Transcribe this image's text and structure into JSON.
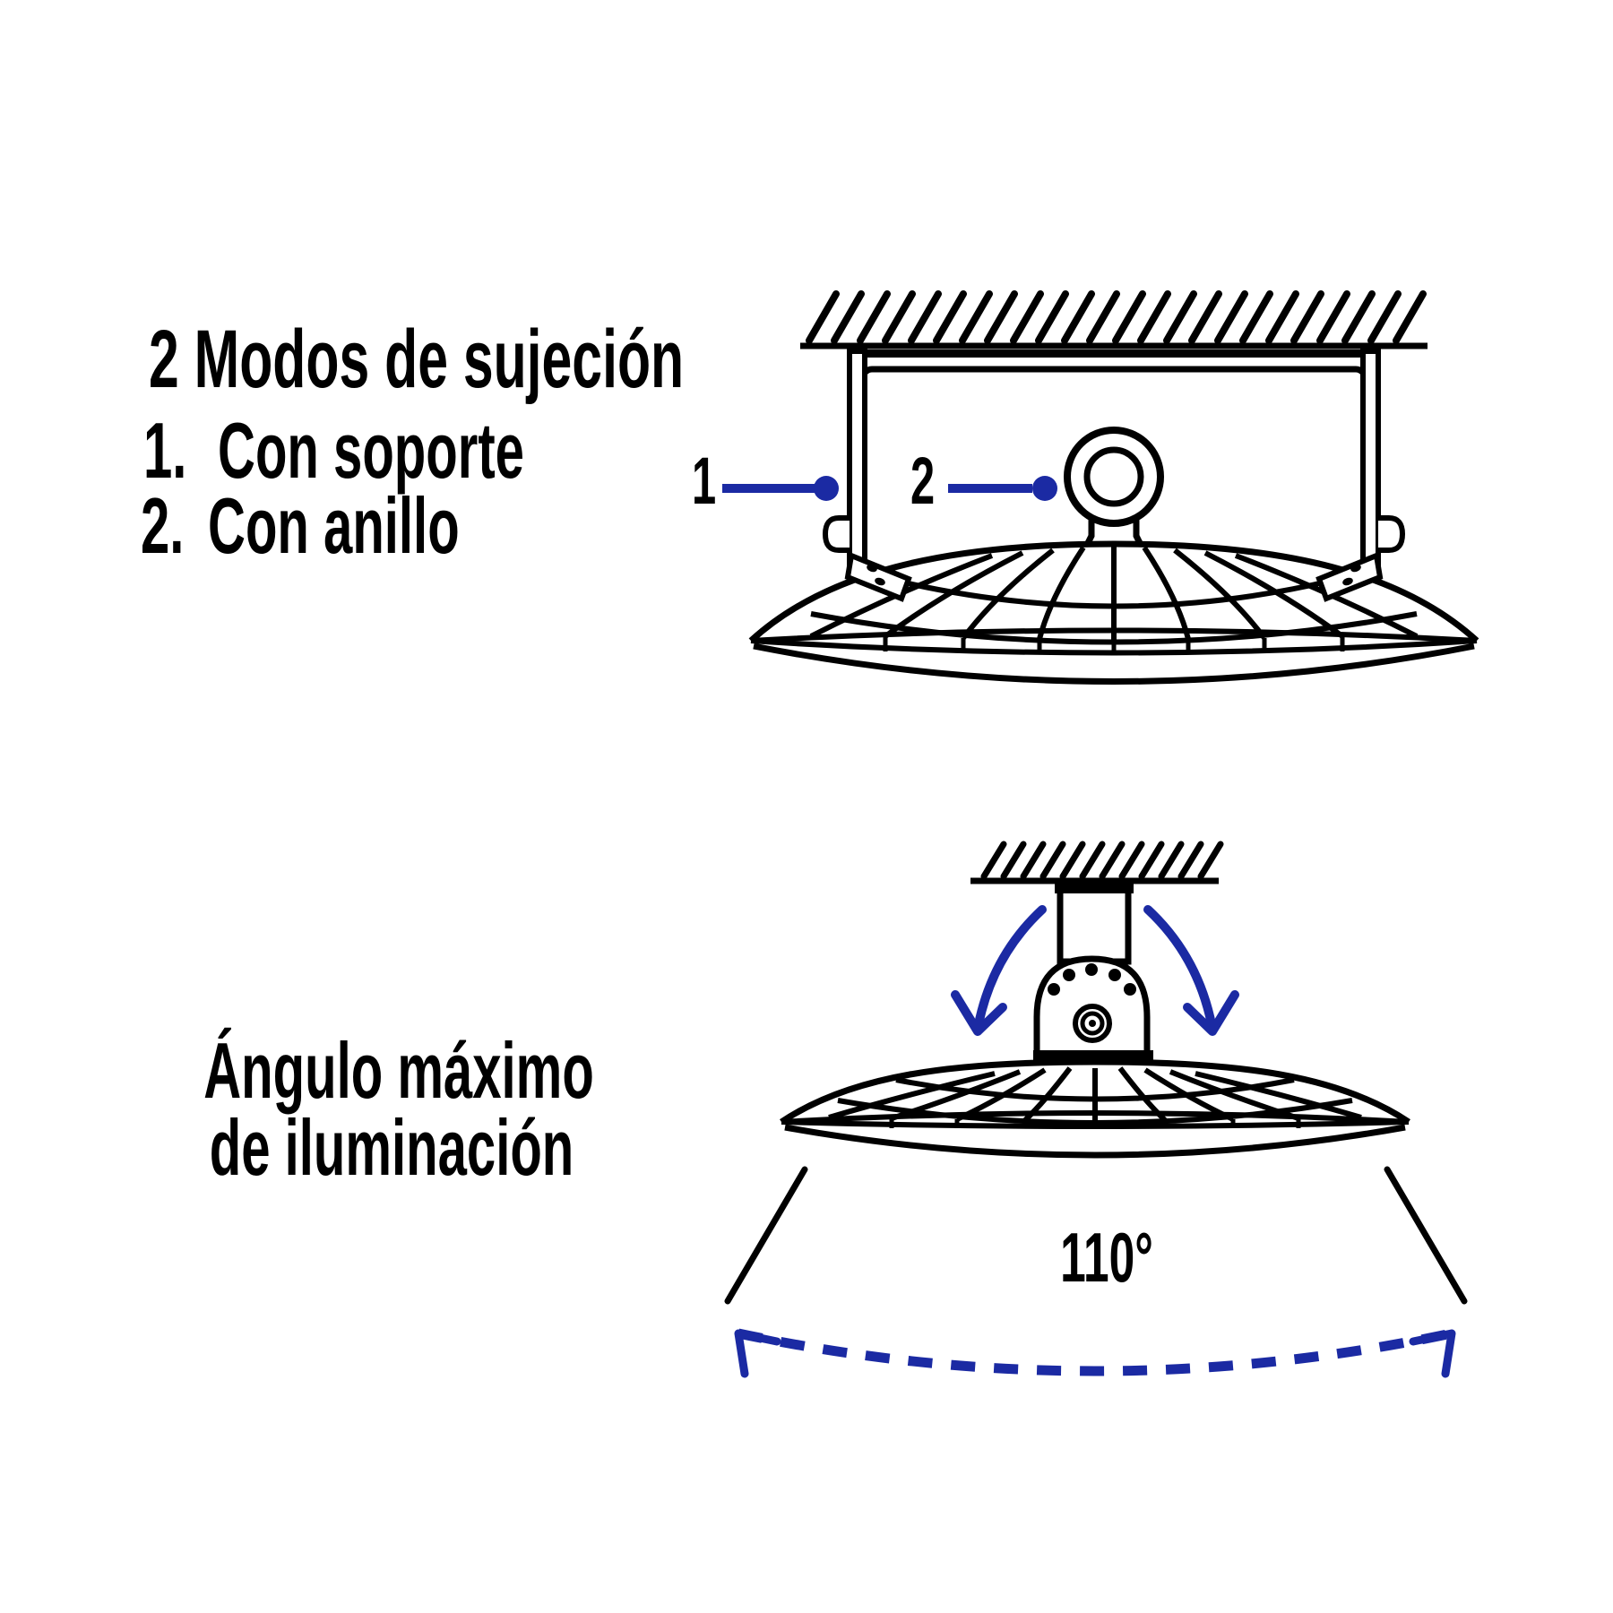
{
  "colors": {
    "ink": "#000000",
    "accent_blue": "#1b2aa3",
    "background": "#ffffff"
  },
  "mounting_section": {
    "heading": "2 Modos de sujeción",
    "list": [
      {
        "number": "1.",
        "label": "Con soporte"
      },
      {
        "number": "2.",
        "label": "Con anillo"
      }
    ],
    "callouts": [
      {
        "number": "1"
      },
      {
        "number": "2"
      }
    ]
  },
  "angle_section": {
    "caption_line1": "Ángulo máximo",
    "caption_line2": "de iluminación",
    "angle_label": "110°"
  }
}
